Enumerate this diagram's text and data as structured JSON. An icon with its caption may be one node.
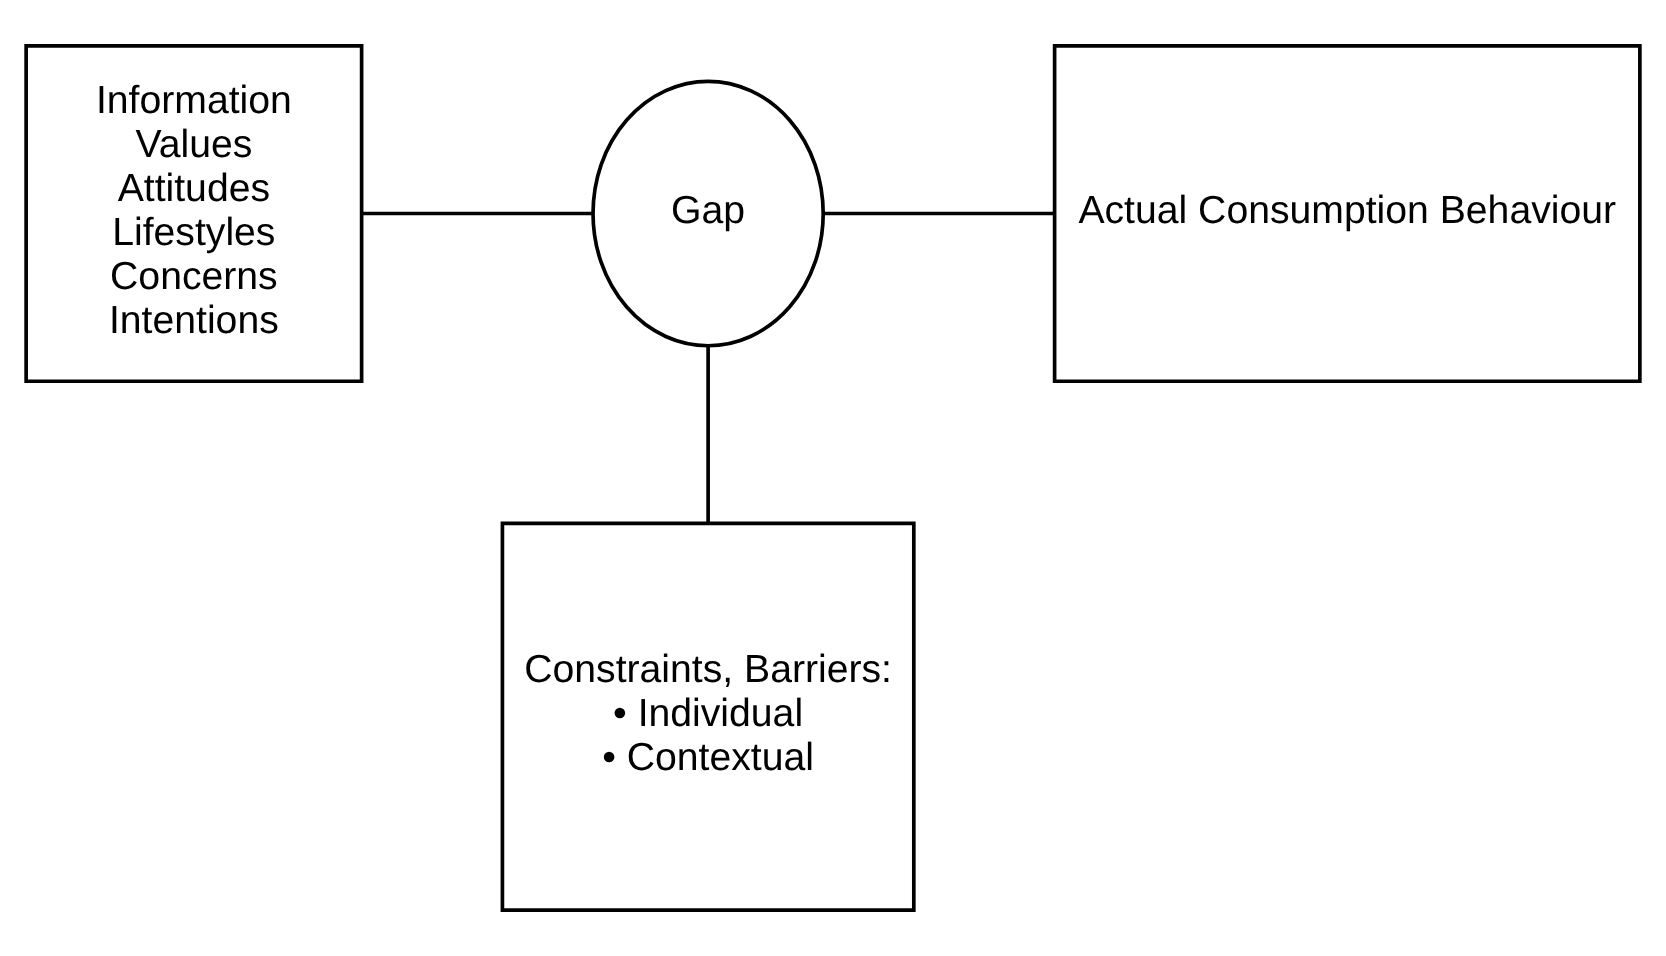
{
  "diagram": {
    "nodes": [
      {
        "text": [
          "Information",
          "Values",
          "Attitudes",
          "Lifestyles",
          "Concerns",
          "Intentions"
        ]
      },
      {
        "text": [
          "Gap"
        ]
      },
      {
        "text": [
          "Actual Consumption Behaviour"
        ]
      },
      {
        "text": [
          "Constraints, Barriers:",
          "• Individual",
          "• Contextual"
        ]
      }
    ],
    "edges": [
      {
        "from": 0,
        "to": 1,
        "arrow": "none"
      },
      {
        "from": 1,
        "to": 2,
        "arrow": "none"
      },
      {
        "from": 1,
        "to": 3,
        "arrow": "none"
      }
    ]
  }
}
